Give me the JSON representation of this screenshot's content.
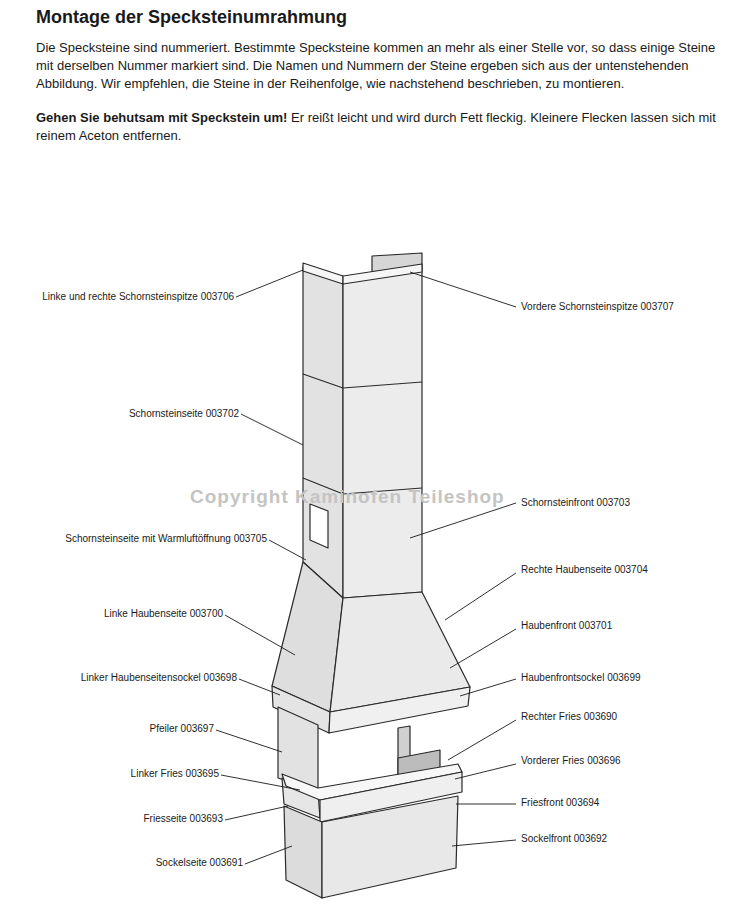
{
  "diagram": {
    "title": "Montage der Specksteinumrahmung",
    "labels": [
      "Die Specksteine sind nummeriert. Bestimmte Specksteine kommen an mehr als einer Stelle vor, so dass einige Steine mit derselben Nummer markiert sind. Die Namen und Nummern der Steine ergeben sich aus der untenstehenden Abbildung. Wir empfehlen, die Steine in der Reihenfolge, wie nachstehend beschrieben, zu montieren.",
      "Gehen Sie behutsam mit Speckstein um!",
      "Er reißt leicht und wird durch Fett fleckig. Kleinere Flecken lassen sich mit reinem Aceton entfernen.",
      "Copyright Kaminofen Teileshop",
      "Linke und rechte Schornsteinspitze 003706",
      "Vordere Schornsteinspitze 003707",
      "Schornsteinseite 003702",
      "Schornsteinfront 003703",
      "Schornsteinseite mit Warmluftöffnung 003705",
      "Rechte Haubenseite 003704",
      "Linke Haubenseite 003700",
      "Haubenfront 003701",
      "Linker Haubenseitensockel 003698",
      "Haubenfrontsockel 003699",
      "Pfeiler 003697",
      "Rechter Fries 003690",
      "Linker Fries 003695",
      "Vorderer Fries 003696",
      "Friesseite 003693",
      "Friesfront 003694",
      "Sockelseite 003691",
      "Sockelfront 003692"
    ]
  }
}
